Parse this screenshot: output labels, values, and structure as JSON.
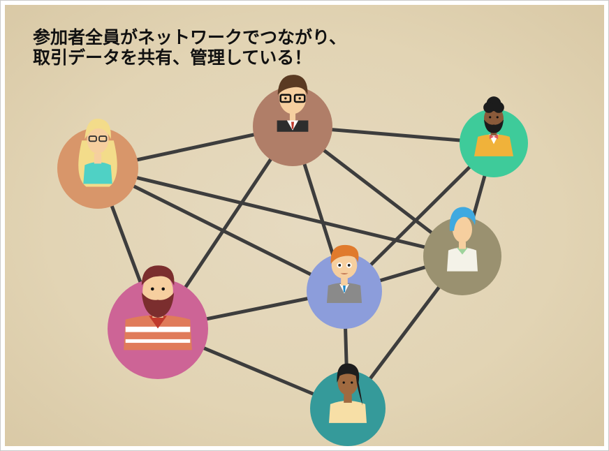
{
  "title": {
    "line1": "参加者全員がネットワークでつながり、",
    "line2": "取引データを共有、管理している！"
  },
  "colors": {
    "background": "#e2d4b4",
    "line": "#3d3d3d",
    "nodes": {
      "top-center": "#b07e68",
      "top-right": "#3ecb9a",
      "left": "#d8966a",
      "right": "#9a9170",
      "center": "#8c9ddb",
      "bottom-left": "#cd6496",
      "bottom": "#359a9a"
    }
  },
  "diagram": {
    "nodes": [
      {
        "id": "top-center",
        "person": "man-glasses-suit"
      },
      {
        "id": "top-right",
        "person": "man-beard-bowtie"
      },
      {
        "id": "left",
        "person": "woman-blonde-glasses"
      },
      {
        "id": "right",
        "person": "woman-blue-hair"
      },
      {
        "id": "center",
        "person": "man-orange-hair-suit"
      },
      {
        "id": "bottom-left",
        "person": "man-beard-sweater"
      },
      {
        "id": "bottom",
        "person": "woman-dark-hair"
      }
    ],
    "edges": [
      [
        "left",
        "top-center"
      ],
      [
        "left",
        "center"
      ],
      [
        "left",
        "right"
      ],
      [
        "left",
        "bottom-left"
      ],
      [
        "top-center",
        "top-right"
      ],
      [
        "top-center",
        "center"
      ],
      [
        "top-center",
        "right"
      ],
      [
        "top-center",
        "bottom-left"
      ],
      [
        "top-right",
        "center"
      ],
      [
        "top-right",
        "right"
      ],
      [
        "center",
        "bottom-left"
      ],
      [
        "center",
        "bottom"
      ],
      [
        "center",
        "right"
      ],
      [
        "right",
        "bottom"
      ],
      [
        "bottom-left",
        "bottom"
      ]
    ]
  }
}
